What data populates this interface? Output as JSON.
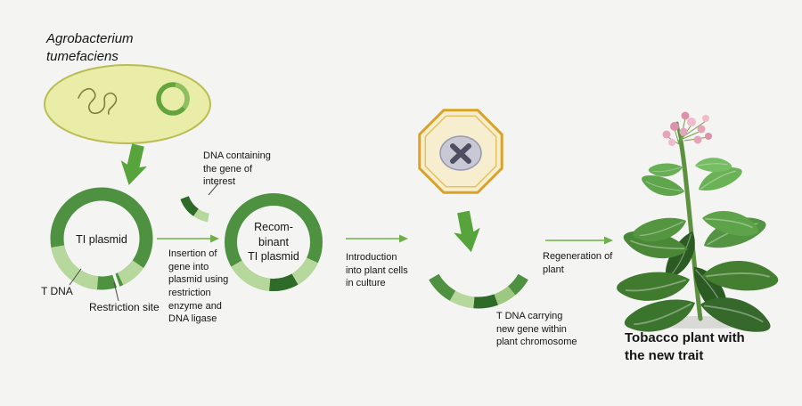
{
  "colors": {
    "bg": "#f4f4f2",
    "ring_green": "#4e9140",
    "ring_light": "#b7d89c",
    "ring_mid": "#9cc97f",
    "ring_dark": "#2e6b28",
    "arrow_green": "#57a33c",
    "thin_arrow": "#6fae4a",
    "cell_fill": "#f6eecf",
    "cell_border": "#d9a32a",
    "flower_pink": "#e6a4ba"
  },
  "diagram": {
    "organism_label": "Agrobacterium\ntumefaciens",
    "ti_plasmid": {
      "label": "TI plasmid",
      "t_dna": "T DNA",
      "restriction_site": "Restriction site"
    },
    "gene_insert": {
      "dna_label": "DNA containing\nthe gene of\ninterest",
      "step_label": "Insertion of\ngene into\nplasmid using\nrestriction\nenzyme and\nDNA ligase"
    },
    "recombinant": {
      "label": "Recom-\nbinant\nTI plasmid"
    },
    "steps": {
      "introduction": "Introduction\ninto plant cells\nin culture",
      "regeneration": "Regeneration of\nplant"
    },
    "plant_cell": {
      "t_dna_label": "T DNA carrying\nnew gene within\nplant chromosome"
    },
    "result_label": "Tobacco plant with\nthe new trait"
  }
}
